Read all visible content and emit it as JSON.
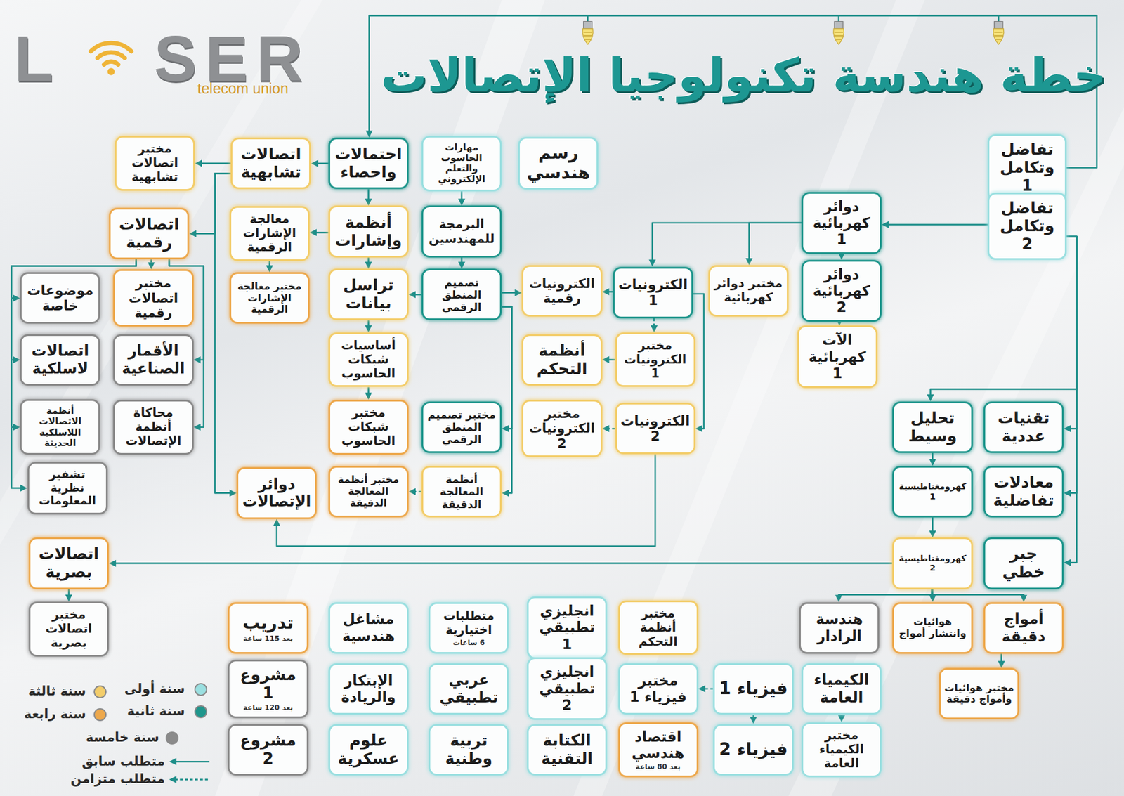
{
  "diagram": {
    "title": "خطة هندسة تكنولوجيا الإتصالات",
    "nodes": [
      {
        "text": [
          "تفاضل وتكامل 1"
        ]
      },
      {
        "text": [
          "رسم هندسي"
        ]
      },
      {
        "text": [
          "مهارات الحاسوب والتعلم الإلكتروني"
        ]
      },
      {
        "text": [
          "احتمالات واحصاء"
        ]
      },
      {
        "text": [
          "اتصالات تشابهية"
        ]
      },
      {
        "text": [
          "مختبر اتصالات تشابهية"
        ]
      },
      {
        "text": [
          "تفاضل وتكامل 2"
        ]
      },
      {
        "text": [
          "دوائر كهربائية 1"
        ]
      },
      {
        "text": [
          "البرمجة للمهندسين"
        ]
      },
      {
        "text": [
          "أنظمة وإشارات"
        ]
      },
      {
        "text": [
          "معالجة الإشارات الرقمية"
        ]
      },
      {
        "text": [
          "اتصالات رقمية"
        ]
      },
      {
        "text": [
          "دوائر كهربائية 2"
        ]
      },
      {
        "text": [
          "مختبر دوائر كهربائية"
        ]
      },
      {
        "text": [
          "الكترونيات 1"
        ]
      },
      {
        "text": [
          "الكترونيات رقمية"
        ]
      },
      {
        "text": [
          "تصميم المنطق الرقمي"
        ]
      },
      {
        "text": [
          "تراسل بيانات"
        ]
      },
      {
        "text": [
          "مختبر معالجة الإشارات الرقمية"
        ]
      },
      {
        "text": [
          "مختبر اتصالات رقمية"
        ]
      },
      {
        "text": [
          "موضوعات خاصة"
        ]
      },
      {
        "text": [
          "الآت كهربائية 1"
        ]
      },
      {
        "text": [
          "مختبر الكترونيات 1"
        ]
      },
      {
        "text": [
          "أنظمة التحكم"
        ]
      },
      {
        "text": [
          "أساسيات شبكات الحاسوب"
        ]
      },
      {
        "text": [
          "الأقمار الصناعية"
        ]
      },
      {
        "text": [
          "اتصالات لاسلكية"
        ]
      },
      {
        "text": [
          "تحليل وسيط"
        ]
      },
      {
        "text": [
          "تقنيات عددية"
        ]
      },
      {
        "text": [
          "الكترونيات 2"
        ]
      },
      {
        "text": [
          "مختبر الكترونيات 2"
        ]
      },
      {
        "text": [
          "مختبر تصميم المنطق الرقمي"
        ]
      },
      {
        "text": [
          "مختبر شبكات الحاسوب"
        ]
      },
      {
        "text": [
          "محاكاة أنظمة الإتصالات"
        ]
      },
      {
        "text": [
          "أنظمة الاتصالات اللاسلكية الحديثة"
        ]
      },
      {
        "text": [
          "كهرومغناطيسية 1"
        ]
      },
      {
        "text": [
          "معادلات تفاضلية"
        ]
      },
      {
        "text": [
          "أنظمة المعالجة الدقيقة"
        ]
      },
      {
        "text": [
          "مختبر أنظمة المعالجة الدقيقة"
        ]
      },
      {
        "text": [
          "دوائر الإتصالات"
        ]
      },
      {
        "text": [
          "تشفير نظرية المعلومات"
        ]
      },
      {
        "text": [
          "كهرومغناطيسية 2"
        ]
      },
      {
        "text": [
          "جبر خطي"
        ]
      },
      {
        "text": [
          "اتصالات بصرية"
        ]
      },
      {
        "text": [
          "أمواج دقيقة"
        ]
      },
      {
        "text": [
          "هوائيات وانتشار أمواج"
        ]
      },
      {
        "text": [
          "هندسة الرادار"
        ]
      },
      {
        "text": [
          "مختبر أنظمة التحكم"
        ]
      },
      {
        "text": [
          "انجليزي تطبيقي 1"
        ]
      },
      {
        "text": [
          "متطلبات اختيارية",
          "6 ساعات"
        ]
      },
      {
        "text": [
          "مشاغل هندسية"
        ]
      },
      {
        "text": [
          "تدريب",
          "بعد 115 ساعة"
        ]
      },
      {
        "text": [
          "مختبر اتصالات بصرية"
        ]
      },
      {
        "text": [
          "مختبر هوائيات وأمواج دقيقة"
        ]
      },
      {
        "text": [
          "الكيمياء العامة"
        ]
      },
      {
        "text": [
          "فيزياء 1"
        ]
      },
      {
        "text": [
          "مختبر فيزياء 1"
        ]
      },
      {
        "text": [
          "انجليزي تطبيقي 2"
        ]
      },
      {
        "text": [
          "عربي تطبيقي"
        ]
      },
      {
        "text": [
          "الإبتكار والريادة"
        ]
      },
      {
        "text": [
          "مشروع 1",
          "بعد 120 ساعة"
        ]
      },
      {
        "text": [
          "مختبر الكيمياء العامة"
        ]
      },
      {
        "text": [
          "فيزياء 2"
        ]
      },
      {
        "text": [
          "اقتصاد هندسي",
          "بعد 80 ساعة"
        ]
      },
      {
        "text": [
          "الكتابة التقنية"
        ]
      },
      {
        "text": [
          "تربية وطنية"
        ]
      },
      {
        "text": [
          "علوم عسكرية"
        ]
      },
      {
        "text": [
          "مشروع 2"
        ]
      }
    ],
    "edges": [
      {
        "from": 0,
        "to": 6,
        "arrow": "to"
      },
      {
        "from": 0,
        "to": 3,
        "arrow": "to"
      },
      {
        "from": 6,
        "to": 7,
        "arrow": "to"
      },
      {
        "from": 6,
        "to": 28,
        "arrow": "to"
      },
      {
        "from": 6,
        "to": 36,
        "arrow": "to"
      },
      {
        "from": 6,
        "to": 42,
        "arrow": "to"
      },
      {
        "from": 6,
        "to": 27,
        "arrow": "to"
      },
      {
        "from": 27,
        "to": 35,
        "arrow": "to"
      },
      {
        "from": 35,
        "to": 41,
        "arrow": "to"
      },
      {
        "from": 41,
        "to": 44,
        "arrow": "to"
      },
      {
        "from": 41,
        "to": 45,
        "arrow": "to"
      },
      {
        "from": 41,
        "to": 46,
        "arrow": "to"
      },
      {
        "from": 44,
        "to": 53,
        "arrow": "to"
      },
      {
        "from": 41,
        "to": 43,
        "arrow": "to"
      },
      {
        "from": 43,
        "to": 52,
        "arrow": "to"
      },
      {
        "from": 7,
        "to": 12,
        "arrow": "to"
      },
      {
        "from": 12,
        "to": 21,
        "arrow": "to"
      },
      {
        "from": 7,
        "to": 13,
        "arrow": "to"
      },
      {
        "from": 7,
        "to": 14,
        "arrow": "to"
      },
      {
        "from": 14,
        "to": 15,
        "arrow": "to"
      },
      {
        "from": 14,
        "to": 22,
        "arrow": "to"
      },
      {
        "from": 22,
        "to": 23,
        "arrow": "to"
      },
      {
        "from": 14,
        "to": 29,
        "arrow": "to"
      },
      {
        "from": 29,
        "to": 30,
        "arrow": "to"
      },
      {
        "from": 29,
        "to": 39,
        "arrow": "to"
      },
      {
        "from": 2,
        "to": 8,
        "arrow": "to"
      },
      {
        "from": 8,
        "to": 16,
        "arrow": "to"
      },
      {
        "from": 16,
        "to": 15,
        "arrow": "to"
      },
      {
        "from": 16,
        "to": 17,
        "arrow": "to"
      },
      {
        "from": 16,
        "to": 31,
        "arrow": "to"
      },
      {
        "from": 16,
        "to": 37,
        "arrow": "to"
      },
      {
        "from": 37,
        "to": 38,
        "arrow": "to"
      },
      {
        "from": 3,
        "to": 9,
        "arrow": "to"
      },
      {
        "from": 9,
        "to": 17,
        "arrow": "to"
      },
      {
        "from": 17,
        "to": 24,
        "arrow": "to"
      },
      {
        "from": 24,
        "to": 32,
        "arrow": "to"
      },
      {
        "from": 3,
        "to": 4,
        "arrow": "to"
      },
      {
        "from": 4,
        "to": 5,
        "arrow": "to"
      },
      {
        "from": 4,
        "to": 11,
        "arrow": "to"
      },
      {
        "from": 4,
        "to": 39,
        "arrow": "to"
      },
      {
        "from": 9,
        "to": 10,
        "arrow": "to"
      },
      {
        "from": 10,
        "to": 18,
        "arrow": "to"
      },
      {
        "from": 11,
        "to": 19,
        "arrow": "to"
      },
      {
        "from": 11,
        "to": 20,
        "arrow": "to"
      },
      {
        "from": 11,
        "to": 26,
        "arrow": "to"
      },
      {
        "from": 11,
        "to": 34,
        "arrow": "to"
      },
      {
        "from": 11,
        "to": 40,
        "arrow": "to"
      },
      {
        "from": 11,
        "to": 25,
        "arrow": "to"
      },
      {
        "from": 11,
        "to": 33,
        "arrow": "to"
      },
      {
        "from": 54,
        "to": 61,
        "arrow": "to"
      },
      {
        "from": 55,
        "to": 62,
        "arrow": "to"
      },
      {
        "from": 55,
        "to": 56,
        "arrow": "to"
      }
    ],
    "labels": [
      "L",
      "SER",
      "telecom union"
    ],
    "legend": [
      {
        "text": "سنة أولى",
        "color": "#9adfe0"
      },
      {
        "text": "سنة ثانية",
        "color": "#1f968c"
      },
      {
        "text": "سنة ثالثة",
        "color": "#f3cd6a"
      },
      {
        "text": "سنة رابعة",
        "color": "#eda84c"
      },
      {
        "text": "سنة خامسة",
        "color": "#8a8a8a"
      },
      {
        "text": "متطلب سابق"
      },
      {
        "text": "متطلب متزامن"
      }
    ]
  }
}
